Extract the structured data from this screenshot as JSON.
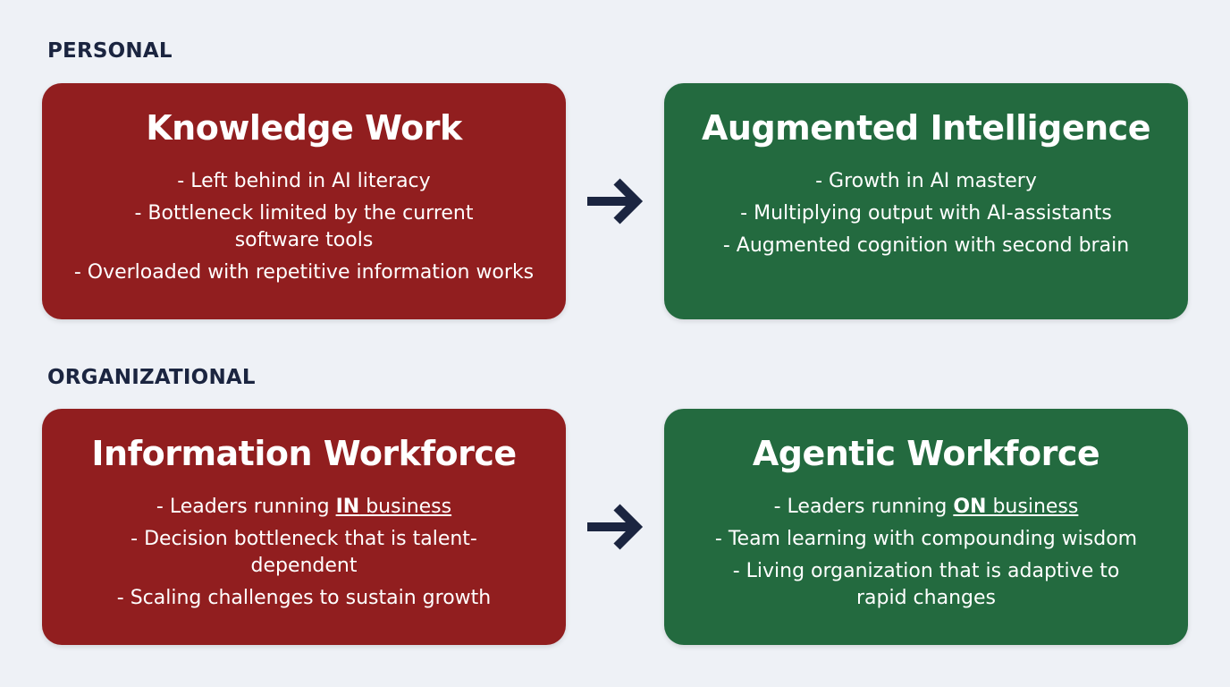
{
  "sections": {
    "personal": {
      "label": "PERSONAL",
      "from": {
        "title": "Knowledge Work",
        "items": [
          "- Left behind in AI literacy",
          "- Bottleneck limited by the current software tools",
          "- Overloaded with repetitive information works"
        ]
      },
      "to": {
        "title": "Augmented Intelligence",
        "items": [
          "- Growth in AI mastery",
          "- Multiplying output with AI-assistants",
          "- Augmented cognition with second brain"
        ]
      }
    },
    "organizational": {
      "label": "ORGANIZATIONAL",
      "from": {
        "title": "Information Workforce",
        "item0_prefix": "- Leaders running ",
        "item0_emph": "IN",
        "item0_suffix": " business",
        "items": [
          "- Decision bottleneck that is talent-dependent",
          "- Scaling challenges to sustain growth"
        ]
      },
      "to": {
        "title": "Agentic Workforce",
        "item0_prefix": "- Leaders running ",
        "item0_emph": "ON",
        "item0_suffix": " business",
        "items": [
          "- Team learning with compounding wisdom",
          "- Living organization that is adaptive to rapid changes"
        ]
      }
    }
  },
  "colors": {
    "background": "#eef1f6",
    "from_card": "#911e1f",
    "to_card": "#236a3f",
    "label_text": "#1b2540",
    "arrow": "#1b2540"
  },
  "icons": {
    "transition": "arrow-right-icon"
  }
}
